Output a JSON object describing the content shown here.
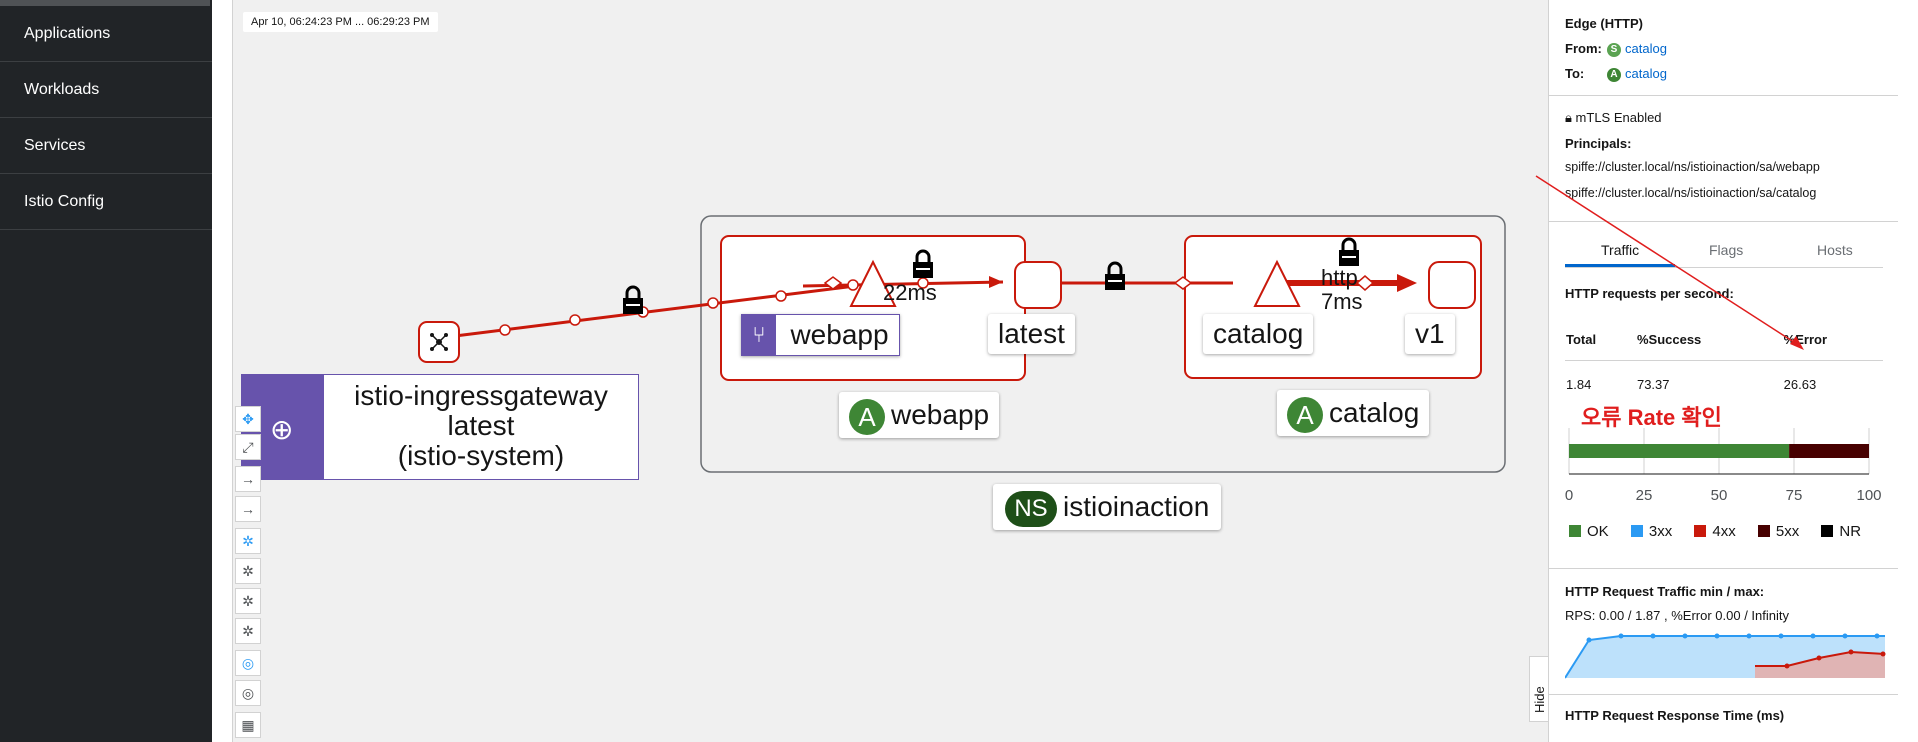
{
  "nav": {
    "items": [
      "Applications",
      "Workloads",
      "Services",
      "Istio Config"
    ]
  },
  "graph": {
    "timestamp": "Apr 10, 06:24:23 PM ... 06:29:23 PM",
    "gateway_label_line1": "istio-ingressgateway",
    "gateway_label_line2": "latest",
    "gateway_label_line3": "(istio-system)",
    "webapp_version_label": "webapp",
    "latest_label": "latest",
    "catalog_service_label": "catalog",
    "v1_label": "v1",
    "app_webapp_badge": "A",
    "app_webapp_label": "webapp",
    "app_catalog_badge": "A",
    "app_catalog_label": "catalog",
    "namespace_badge": "NS",
    "namespace_label": "istioinaction",
    "edge1_latency": "22ms",
    "edge2_protocol": "http",
    "edge2_latency": "7ms",
    "hide_label": "Hide"
  },
  "panel": {
    "title": "Edge (HTTP)",
    "from_label": "From:",
    "from_badge": "S",
    "from_value": "catalog",
    "to_label": "To:",
    "to_badge": "A",
    "to_value": "catalog",
    "mtls": "mTLS Enabled",
    "principals_label": "Principals:",
    "principal1": "spiffe://cluster.local/ns/istioinaction/sa/webapp",
    "principal2": "spiffe://cluster.local/ns/istioinaction/sa/catalog",
    "tabs": [
      "Traffic",
      "Flags",
      "Hosts"
    ],
    "rps_title": "HTTP requests per second:",
    "table_headers": [
      "Total",
      "%Success",
      "%Error"
    ],
    "table_values": [
      "1.84",
      "73.37",
      "26.63"
    ],
    "annotation": "오류 Rate 확인",
    "legend": [
      "OK",
      "3xx",
      "4xx",
      "5xx",
      "NR"
    ],
    "traffic_title": "HTTP Request Traffic min / max:",
    "traffic_stats": "RPS: 0.00 / 1.87 , %Error 0.00 / Infinity",
    "response_title": "HTTP Request Response Time (ms)"
  },
  "chart_data": {
    "type": "bar",
    "orientation": "horizontal-stacked",
    "categories": [
      "OK",
      "3xx",
      "4xx",
      "5xx",
      "NR"
    ],
    "values": [
      73.37,
      0,
      0,
      26.63,
      0
    ],
    "xlim": [
      0,
      100
    ],
    "xticks": [
      0,
      25,
      50,
      75,
      100
    ],
    "colors": {
      "OK": "#3e8635",
      "3xx": "#2b9af3",
      "4xx": "#c9190b",
      "5xx": "#470000",
      "NR": "#000000"
    },
    "legend_position": "bottom"
  },
  "colors": {
    "error_edge": "#c9190b",
    "sidebar": "#212427",
    "link": "#0066cc"
  }
}
